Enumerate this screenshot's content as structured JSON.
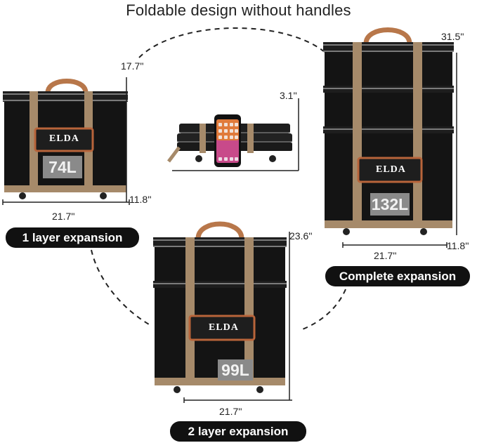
{
  "title": "Foldable design without handles",
  "brand": "ELDA",
  "bags": {
    "small": {
      "height": "17.7''",
      "width": "21.7''",
      "depth": "11.8''",
      "capacity": "74L",
      "label": "1 layer expansion"
    },
    "folded": {
      "height": "3.1''"
    },
    "large": {
      "height": "31.5''",
      "width": "21.7''",
      "depth": "11.8''",
      "capacity": "132L",
      "label": "Complete expansion"
    },
    "medium": {
      "height": "23.6''",
      "width": "21.7''",
      "capacity": "99L",
      "label": "2 layer expansion"
    }
  },
  "colors": {
    "bag": "#141414",
    "strap": "#a68a6a",
    "flap_trim": "#b8643a",
    "handle": "#b8774a",
    "pill": "#111111"
  }
}
